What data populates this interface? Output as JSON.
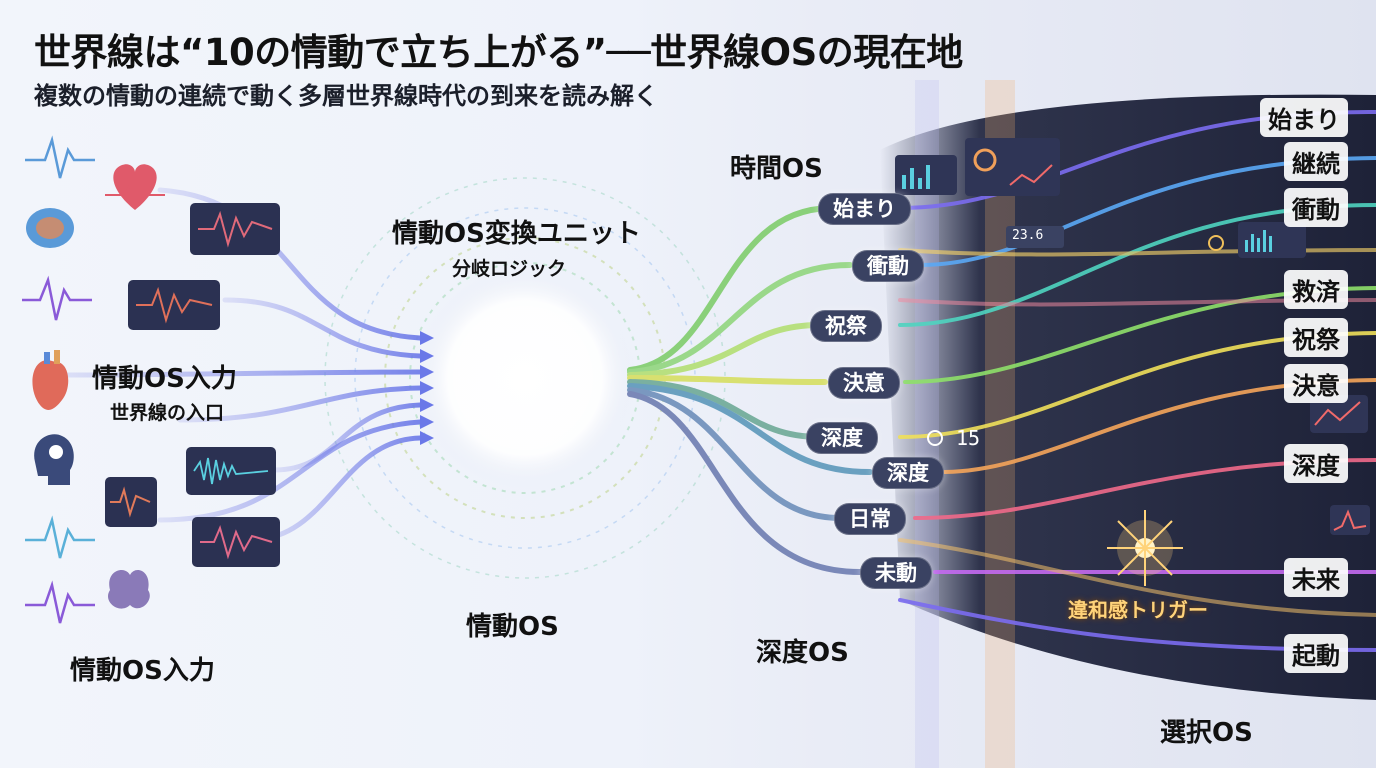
{
  "title": "世界線は“10の情動で立ち上がる”──世界線OSの現在地",
  "subtitle": "複数の情動の連続で動く多層世界線時代の到来を読み解く",
  "left": {
    "input_label": "情動OS入力",
    "input_sub": "世界線の入口",
    "input_label_bottom": "情動OS入力"
  },
  "center": {
    "unit_label": "情動OS変換ユニット",
    "unit_sub": "分岐ロジック",
    "core_label": "情動OS"
  },
  "os_labels": {
    "time": "時間OS",
    "depth": "深度OS",
    "choice": "選択OS"
  },
  "branches": [
    "始まり",
    "衝動",
    "祝祭",
    "決意",
    "深度",
    "深度",
    "日常",
    "未動"
  ],
  "right_labels": [
    "始まり",
    "継続",
    "衝動",
    "救済",
    "祝祭",
    "決意",
    "深度",
    "未来",
    "起動"
  ],
  "trigger_label": "違和感トリガー",
  "readouts": {
    "value_a": "23.6",
    "value_b": "15"
  },
  "colors": {
    "rainbow": [
      "#7b6cf0",
      "#5aa8f5",
      "#4fd4c0",
      "#8ee06a",
      "#f0e05a",
      "#f5a55a",
      "#f06a8a",
      "#c46af0"
    ],
    "panel": "#262b44",
    "pill": "#3a4262"
  }
}
